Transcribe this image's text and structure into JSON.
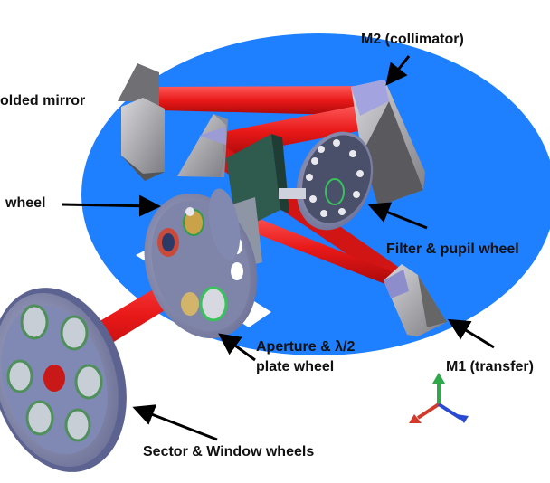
{
  "labels": {
    "m2": "M2 (collimator)",
    "folded_mirror": "olded mirror",
    "wheel": "wheel",
    "filter_pupil": "Filter & pupil wheel",
    "aperture_line1": "Aperture & λ/2",
    "aperture_line2": "plate wheel",
    "m1": "M1 (transfer)",
    "sector_window": "Sector & Window wheels"
  },
  "colors": {
    "table": "#1e7fff",
    "beam": "#e81818",
    "mirror": "#a9a9ad",
    "wheel_disc": "#9aa0c0",
    "axis_x": "#d23a2a",
    "axis_y": "#2fa84a",
    "axis_z": "#2a4ad2"
  }
}
